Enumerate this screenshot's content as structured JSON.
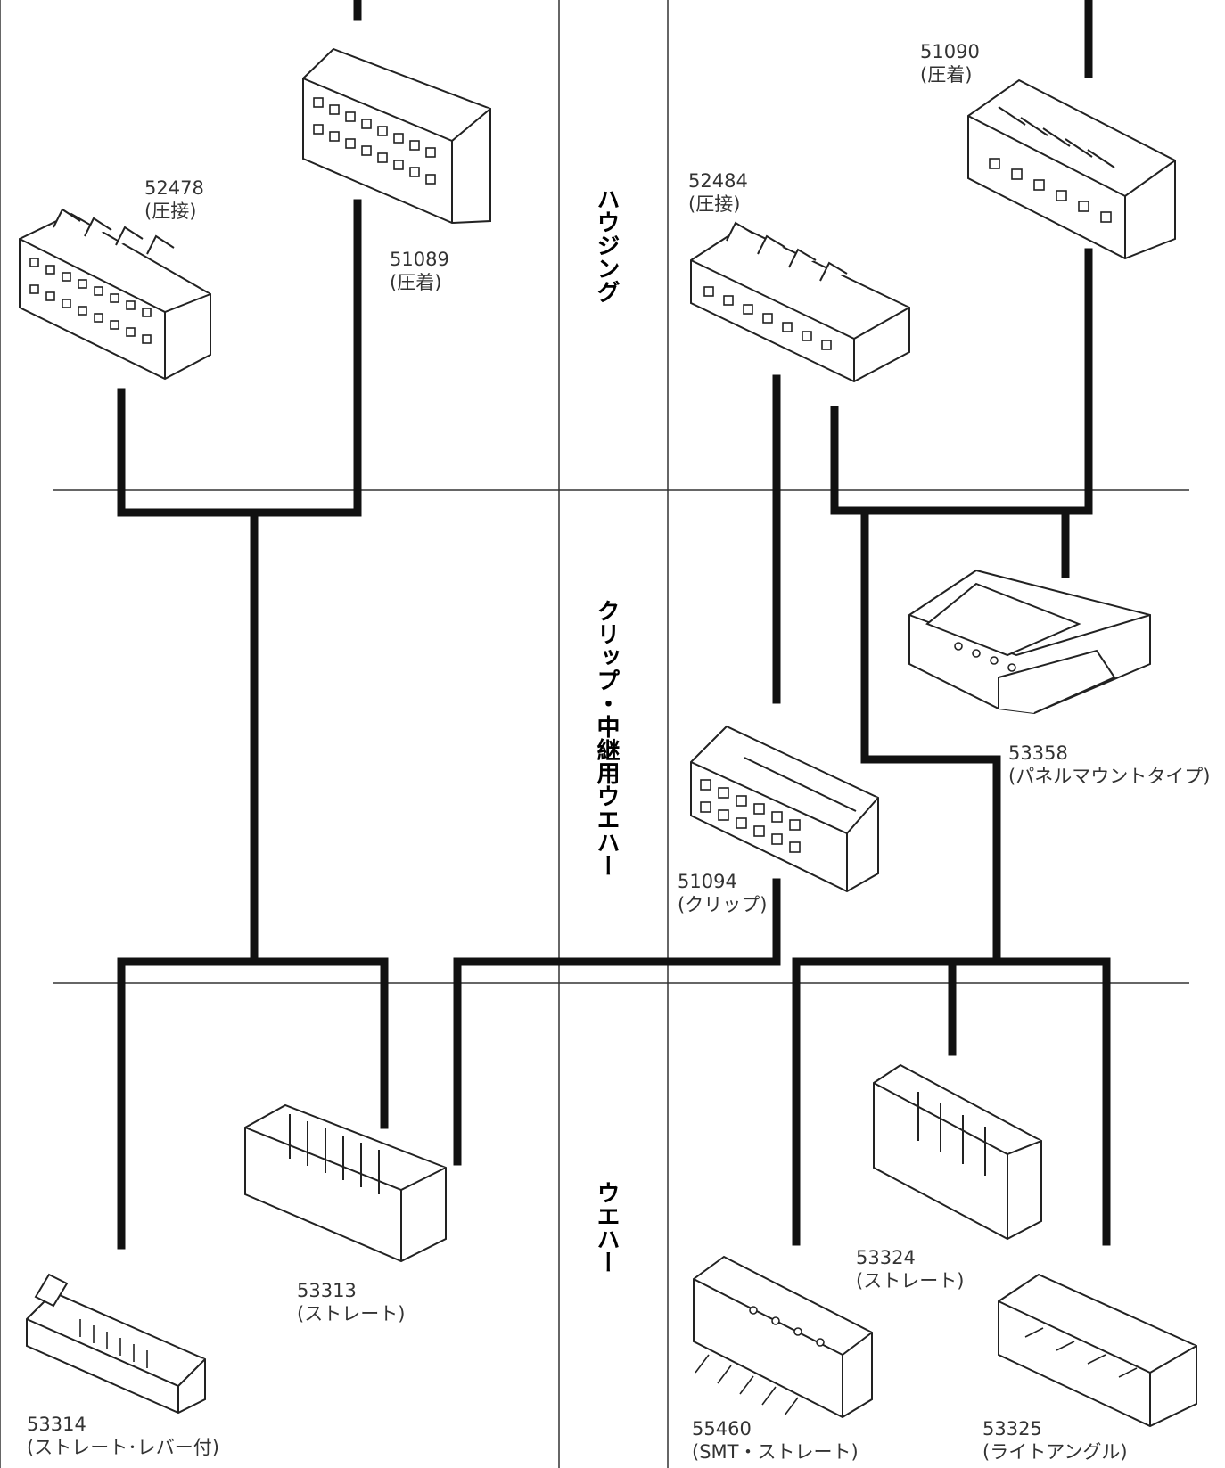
{
  "categories": {
    "housing": "ハウジング",
    "clip": "クリップ・中継用ウエハー",
    "wafer": "ウエハー"
  },
  "parts": [
    {
      "id": "p52478",
      "code": "52478",
      "type": "(圧接)"
    },
    {
      "id": "p51089",
      "code": "51089",
      "type": "(圧着)"
    },
    {
      "id": "p52484",
      "code": "52484",
      "type": "(圧接)"
    },
    {
      "id": "p51090",
      "code": "51090",
      "type": "(圧着)"
    },
    {
      "id": "p53358",
      "code": "53358",
      "type": "(パネルマウントタイプ)"
    },
    {
      "id": "p51094",
      "code": "51094",
      "type": "(クリップ)"
    },
    {
      "id": "p53314",
      "code": "53314",
      "type": "(ストレート･レバー付)"
    },
    {
      "id": "p53313",
      "code": "53313",
      "type": "(ストレート)"
    },
    {
      "id": "p53324",
      "code": "53324",
      "type": "(ストレート)"
    },
    {
      "id": "p55460",
      "code": "55460",
      "type": "(SMT・ストレート)"
    },
    {
      "id": "p53325",
      "code": "53325",
      "type": "(ライトアングル)"
    }
  ],
  "colors": {
    "line": "#111111",
    "frame": "#333333",
    "drawing": "#222222"
  }
}
